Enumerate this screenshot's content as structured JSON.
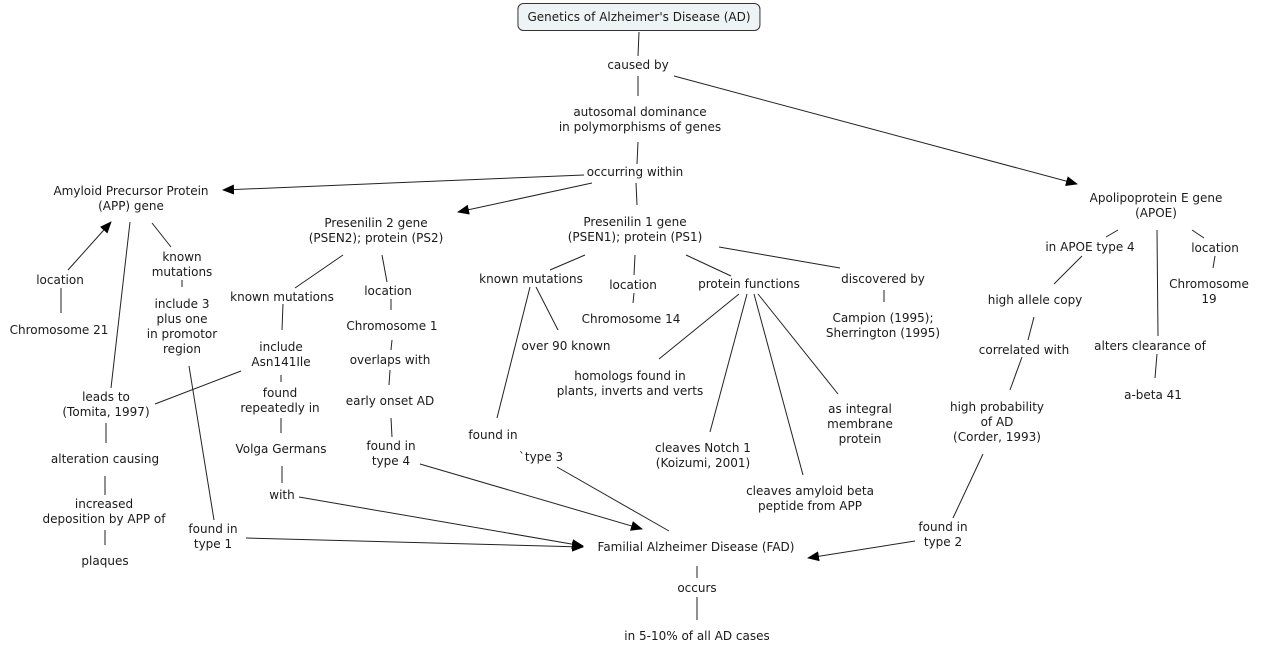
{
  "title": "Genetics of Alzheimer's Disease (AD)",
  "nodes": {
    "root": "Genetics of Alzheimer's Disease (AD)",
    "caused_by": "caused by",
    "autosomal": "autosomal dominance\nin polymorphisms of genes",
    "occurring_within": "occurring within",
    "app": "Amyloid Precursor Protein\n(APP) gene",
    "app_location": "location",
    "chr21": "Chromosome 21",
    "app_known_mut": "known\nmutations",
    "include3": "include 3\nplus one\nin promotor\nregion",
    "leads_to": "leads to\n(Tomita, 1997)",
    "alteration": "alteration causing",
    "increased": "increased\ndeposition by APP of",
    "plaques": "plaques",
    "found_type1": "found in\ntype 1",
    "psen2": "Presenilin 2 gene\n(PSEN2); protein (PS2)",
    "psen2_known_mut": "known mutations",
    "psen2_location": "location",
    "chr1": "Chromosome 1",
    "include_asn": "include\nAsn141Ile",
    "overlaps": "overlaps with",
    "found_repeatedly": "found\nrepeatedly in",
    "early_onset": "early onset AD",
    "volga": "Volga Germans",
    "found_type4": "found in\ntype 4",
    "with": "with",
    "psen1": "Presenilin 1 gene\n(PSEN1); protein (PS1)",
    "psen1_known_mut": "known mutations",
    "psen1_location": "location",
    "protein_functions": "protein functions",
    "discovered_by": "discovered by",
    "over90": "over 90 known",
    "chr14": "Chromosome 14",
    "campion": "Campion (1995);\nSherrington (1995)",
    "homologs": "homologs found in\nplants, inverts and verts",
    "integral": "as integral\nmembrane\nprotein",
    "found_in3": "found in",
    "type3": "`type 3",
    "notch": "cleaves Notch 1\n(Koizumi, 2001)",
    "amyloid_beta": "cleaves amyloid beta\npeptide from APP",
    "fad": "Familial Alzheimer Disease (FAD)",
    "occurs": "occurs",
    "cases": "in 5-10% of all AD cases",
    "apoe": "Apolipoprotein E gene\n(APOE)",
    "apoe4": "in APOE type 4",
    "apoe_location": "location",
    "chr19": "Chromosome\n19",
    "high_allele": "high allele copy",
    "correlated": "correlated with",
    "alters": "alters clearance of",
    "abeta41": "a-beta 41",
    "high_prob": "high probability\nof AD\n(Corder, 1993)",
    "found_type2": "found in\ntype 2"
  },
  "links": [
    {
      "from": "root",
      "to": "caused_by",
      "arrow": false
    },
    {
      "from": "caused_by",
      "to": "autosomal",
      "arrow": false
    },
    {
      "from": "caused_by",
      "to": "apoe",
      "arrow": true
    },
    {
      "from": "autosomal",
      "to": "occurring_within",
      "arrow": false
    },
    {
      "from": "occurring_within",
      "to": "app",
      "arrow": true
    },
    {
      "from": "occurring_within",
      "to": "psen2",
      "arrow": true
    },
    {
      "from": "occurring_within",
      "to": "psen1",
      "arrow": false
    },
    {
      "from": "chr21",
      "to": "app_location",
      "arrow": false
    },
    {
      "from": "app_location",
      "to": "app",
      "arrow": true
    },
    {
      "from": "app",
      "to": "app_known_mut",
      "arrow": false
    },
    {
      "from": "app_known_mut",
      "to": "include3",
      "arrow": false
    },
    {
      "from": "app",
      "to": "leads_to",
      "arrow": false
    },
    {
      "from": "leads_to",
      "to": "alteration",
      "arrow": false
    },
    {
      "from": "alteration",
      "to": "increased",
      "arrow": false
    },
    {
      "from": "increased",
      "to": "plaques",
      "arrow": false
    },
    {
      "from": "include3",
      "to": "found_type1",
      "arrow": false
    },
    {
      "from": "found_type1",
      "to": "fad",
      "arrow": true
    },
    {
      "from": "psen2",
      "to": "psen2_known_mut",
      "arrow": false
    },
    {
      "from": "psen2",
      "to": "psen2_location",
      "arrow": false
    },
    {
      "from": "psen2_location",
      "to": "chr1",
      "arrow": false
    },
    {
      "from": "psen2_known_mut",
      "to": "include_asn",
      "arrow": false
    },
    {
      "from": "include_asn",
      "to": "leads_to",
      "arrow": false
    },
    {
      "from": "include_asn",
      "to": "found_repeatedly",
      "arrow": false
    },
    {
      "from": "chr1",
      "to": "overlaps",
      "arrow": false
    },
    {
      "from": "overlaps",
      "to": "early_onset",
      "arrow": false
    },
    {
      "from": "found_repeatedly",
      "to": "volga",
      "arrow": false
    },
    {
      "from": "early_onset",
      "to": "found_type4",
      "arrow": false
    },
    {
      "from": "volga",
      "to": "with",
      "arrow": false
    },
    {
      "from": "with",
      "to": "fad",
      "arrow": true
    },
    {
      "from": "found_type4",
      "to": "fad",
      "arrow": true
    },
    {
      "from": "psen1",
      "to": "psen1_known_mut",
      "arrow": false
    },
    {
      "from": "psen1",
      "to": "psen1_location",
      "arrow": false
    },
    {
      "from": "psen1",
      "to": "protein_functions",
      "arrow": false
    },
    {
      "from": "psen1",
      "to": "discovered_by",
      "arrow": false
    },
    {
      "from": "psen1_known_mut",
      "to": "over90",
      "arrow": false
    },
    {
      "from": "psen1_known_mut",
      "to": "found_in3",
      "arrow": false
    },
    {
      "from": "psen1_location",
      "to": "chr14",
      "arrow": false
    },
    {
      "from": "discovered_by",
      "to": "campion",
      "arrow": false
    },
    {
      "from": "protein_functions",
      "to": "homologs",
      "arrow": false
    },
    {
      "from": "protein_functions",
      "to": "notch",
      "arrow": false
    },
    {
      "from": "protein_functions",
      "to": "amyloid_beta",
      "arrow": false
    },
    {
      "from": "protein_functions",
      "to": "integral",
      "arrow": false
    },
    {
      "from": "type3",
      "to": "fad",
      "arrow": false
    },
    {
      "from": "fad",
      "to": "occurs",
      "arrow": false
    },
    {
      "from": "occurs",
      "to": "cases",
      "arrow": false
    },
    {
      "from": "apoe",
      "to": "apoe4",
      "arrow": false
    },
    {
      "from": "apoe",
      "to": "apoe_location",
      "arrow": false
    },
    {
      "from": "apoe",
      "to": "alters",
      "arrow": false
    },
    {
      "from": "apoe_location",
      "to": "chr19",
      "arrow": false
    },
    {
      "from": "apoe4",
      "to": "high_allele",
      "arrow": false
    },
    {
      "from": "high_allele",
      "to": "correlated",
      "arrow": false
    },
    {
      "from": "correlated",
      "to": "high_prob",
      "arrow": false
    },
    {
      "from": "alters",
      "to": "abeta41",
      "arrow": false
    },
    {
      "from": "high_prob",
      "to": "found_type2",
      "arrow": false
    },
    {
      "from": "found_type2",
      "to": "fad",
      "arrow": true
    }
  ]
}
